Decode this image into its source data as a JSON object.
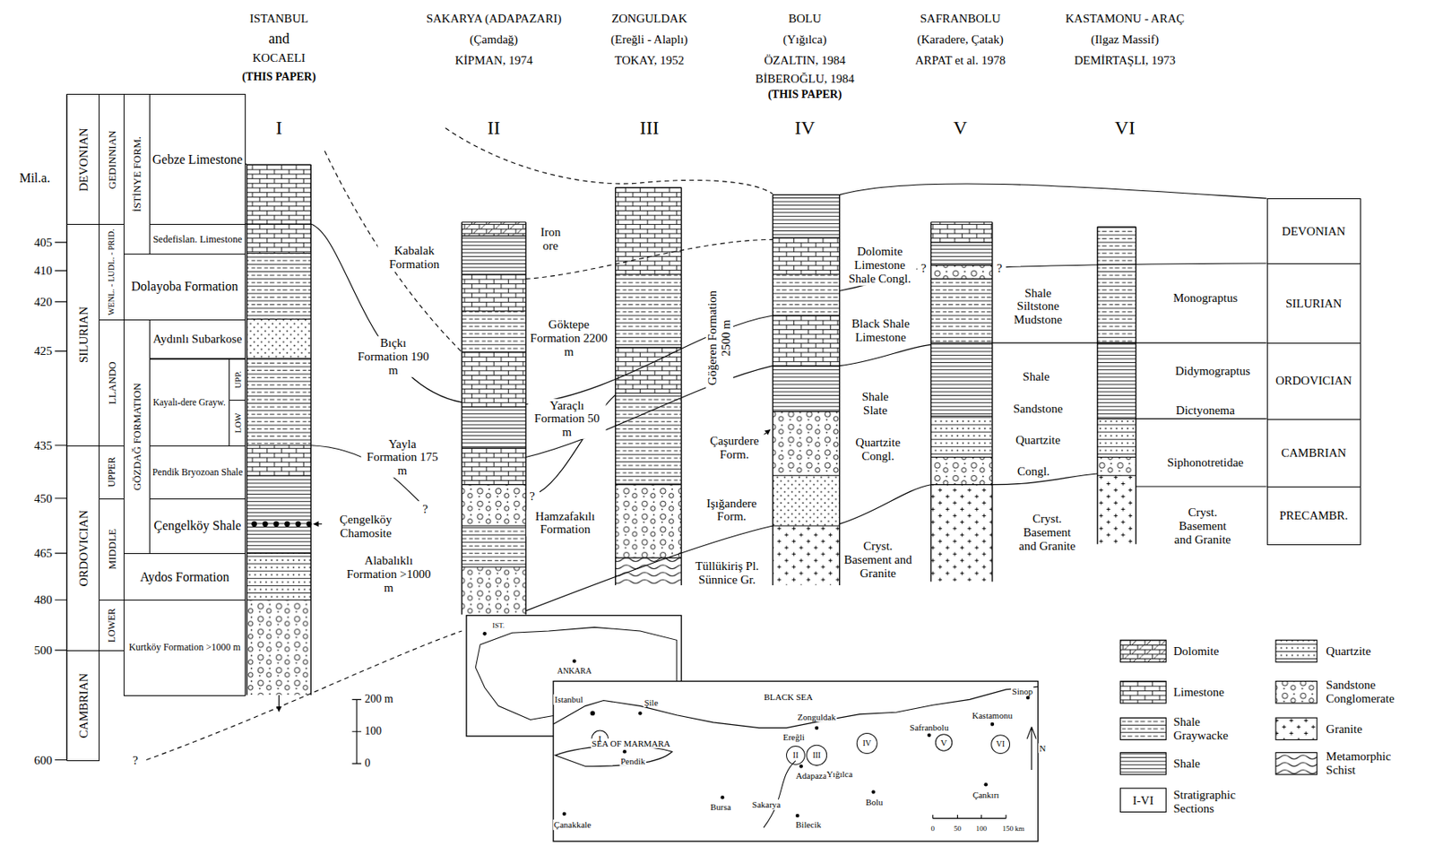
{
  "diagram": {
    "nodes": [
      {
        "text": [
          "DEVONIAN"
        ]
      },
      {
        "text": [
          "GEDINNIAN"
        ]
      },
      {
        "text": [
          "İSTİNYE FORM."
        ]
      },
      {
        "text": [
          "Gebze Limestone"
        ]
      },
      {
        "text": [
          "Sedefislan. Limestone"
        ]
      },
      {
        "text": [
          "SILURIAN"
        ]
      },
      {
        "text": [
          "WENL. - LUDL. - PRID."
        ]
      },
      {
        "text": [
          "Dolayoba Formation"
        ]
      },
      {
        "text": [
          "LLANDO"
        ]
      },
      {
        "text": [
          "GÖZDAĞ FORMATION"
        ]
      },
      {
        "text": [
          "Aydınlı Subarkose"
        ]
      },
      {
        "text": [
          "Kayalı-dere Grayw."
        ]
      },
      {
        "text": [
          "UPP."
        ]
      },
      {
        "text": [
          "LOW"
        ]
      },
      {
        "text": [
          "ORDOVICIAN"
        ]
      },
      {
        "text": [
          "UPPER"
        ]
      },
      {
        "text": [
          "Pendik Bryozoan Shale"
        ]
      },
      {
        "text": [
          "MIDDLE"
        ]
      },
      {
        "text": [
          "Çengelköy Shale"
        ]
      },
      {
        "text": [
          "Aydos Formation"
        ]
      },
      {
        "text": [
          "LOWER"
        ]
      },
      {
        "text": [
          "Kurtköy Formation >1000 m"
        ]
      },
      {
        "text": [
          "CAMBRIAN"
        ]
      },
      {
        "text": [
          "DEVONIAN"
        ]
      },
      {
        "text": [
          "SILURIAN"
        ]
      },
      {
        "text": [
          "ORDOVICIAN"
        ]
      },
      {
        "text": [
          "CAMBRIAN"
        ]
      },
      {
        "text": [
          "PRECAMBR."
        ]
      }
    ],
    "labels": [
      "ISTANBUL",
      "and",
      "KOCAELI",
      "(THIS PAPER)",
      "I",
      "SAKARYA (ADAPAZARI)",
      "(Çamdağ)",
      "KİPMAN, 1974",
      "II",
      "ZONGULDAK",
      "(Ereğli - Alaplı)",
      "TOKAY, 1952",
      "III",
      "BOLU",
      "(Yığılca)",
      "ÖZALTIN, 1984",
      "BİBEROĞLU, 1984",
      "(THIS PAPER)",
      "IV",
      "SAFRANBOLU",
      "(Karadere, Çatak)",
      "ARPAT et al. 1978",
      "V",
      "KASTAMONU - ARAÇ",
      "(Ilgaz Massif)",
      "DEMİRTAŞLI, 1973",
      "VI",
      "Mil.a.",
      "405",
      "410",
      "420",
      "425",
      "435",
      "450",
      "465",
      "480",
      "500",
      "600",
      "?",
      "Kabalak Formation",
      "Bıçkı Formation 190 m",
      "Yayla Formation 175 m",
      "Alabalıklı Formation >1000 m",
      "Çengelköy Chamosite",
      "?",
      "Iron ore",
      "Göktepe Formation 2200 m",
      "Yaraçlı Formation 50 m",
      "?",
      "Hamzafakılı Formation",
      "Tüllükiriş Pl. Sünnice Gr.",
      "Göğeren Formation 2500 m",
      "Çaşurdere Form.",
      "Işığandere Form.",
      "Cryst. Basement and Granite",
      "Dolomite Limestone Shale Congl.",
      "Black Shale Limestone",
      "Shale Slate",
      "Quartzite Congl.",
      "?",
      "?",
      "Shale Siltstone Mudstone",
      "Shale",
      "Sandstone",
      "Quartzite",
      "Congl.",
      "Cryst. Basement and Granite",
      "Monograptus",
      "Didymograptus",
      "Dictyonema",
      "Siphonotretidae",
      "Cryst. Basement and Granite",
      "200 m",
      "100",
      "0",
      "IST.",
      "ANKARA",
      "BLACK SEA",
      "SEA OF MARMARA",
      "Istanbul",
      "Şile",
      "Pendik",
      "Adapazarı",
      "Sakarya",
      "Bursa",
      "Bilecik",
      "Çanakkale",
      "Zonguldak",
      "Ereğli",
      "Yığılca",
      "Bolu",
      "Safranbolu",
      "Çankırı",
      "Kastamonu",
      "Sinop",
      "N",
      "0",
      "50",
      "100",
      "150 km",
      "I",
      "II",
      "III",
      "IV",
      "V",
      "VI",
      "I-VI"
    ],
    "legend": [
      {
        "text": "Dolomite"
      },
      {
        "text": "Limestone"
      },
      {
        "text": "Shale Graywacke"
      },
      {
        "text": "Shale"
      },
      {
        "text": "Stratigraphic Sections"
      },
      {
        "text": "Quartzite"
      },
      {
        "text": "Sandstone Conglomerate"
      },
      {
        "text": "Granite"
      },
      {
        "text": "Metamorphic Schist"
      }
    ]
  }
}
